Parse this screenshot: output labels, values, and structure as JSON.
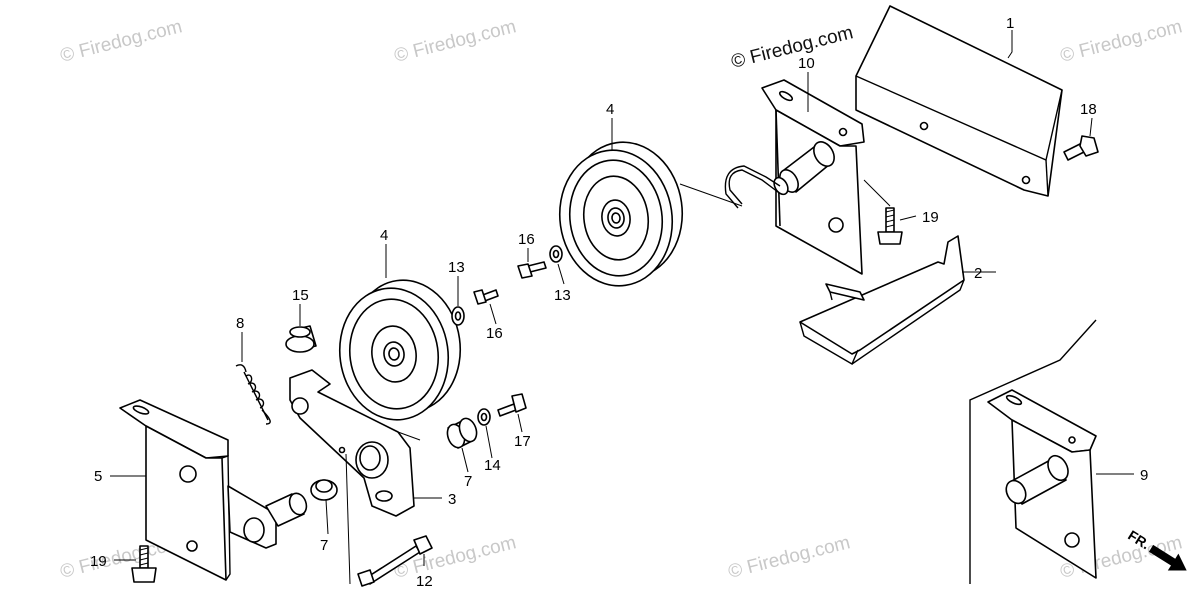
{
  "watermark": {
    "text": "© Firedog.com",
    "copyright_text": "© Firedog.com"
  },
  "direction_marker": {
    "text": "FR."
  },
  "callouts": {
    "c1": "1",
    "c2": "2",
    "c3": "3",
    "c4a": "4",
    "c4b": "4",
    "c5": "5",
    "c7a": "7",
    "c7b": "7",
    "c8": "8",
    "c9": "9",
    "c10": "10",
    "c12": "12",
    "c13a": "13",
    "c13b": "13",
    "c14": "14",
    "c15": "15",
    "c16a": "16",
    "c16b": "16",
    "c17": "17",
    "c18": "18",
    "c19a": "19",
    "c19b": "19"
  }
}
